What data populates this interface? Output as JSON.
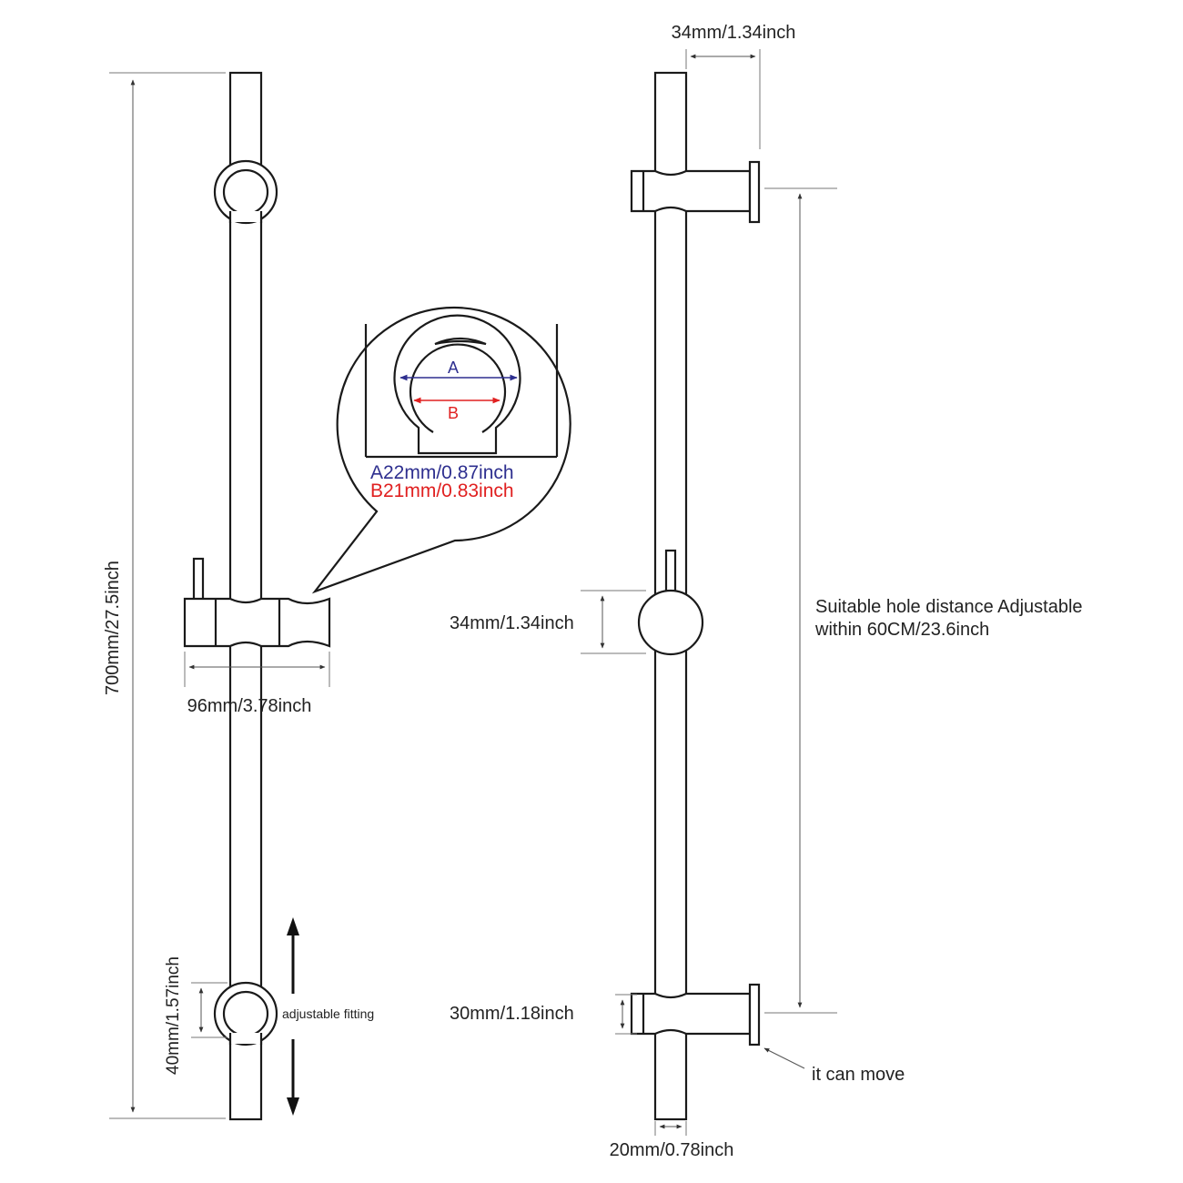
{
  "labels": {
    "left_height": "700mm/27.5inch",
    "holder_width": "96mm/3.78inch",
    "adjust_range": "40mm/1.57inch",
    "adjustable_fitting": "adjustable fitting",
    "inner_a_marker": "A",
    "inner_b_marker": "B",
    "inner_a_value": "A22mm/0.87inch",
    "inner_b_value": "B21mm/0.83inch",
    "top_bracket_depth": "34mm/1.34inch",
    "knob_diameter": "34mm/1.34inch",
    "hole_distance_line1": "Suitable hole distance Adjustable",
    "hole_distance_line2": "within 60CM/23.6inch",
    "bracket_height": "30mm/1.18inch",
    "it_can_move": "it can move",
    "rod_diameter": "20mm/0.78inch"
  },
  "colors": {
    "line": "#1a1a1a",
    "dimension_a": "#2e2f8f",
    "dimension_b": "#e02020"
  }
}
